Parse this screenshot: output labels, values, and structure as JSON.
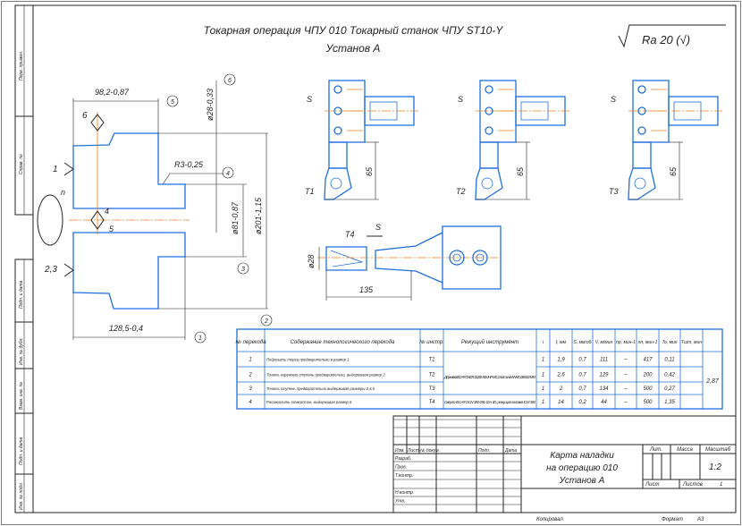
{
  "header": {
    "title": "Токарная операция ЧПУ 010 Токарный станок ЧПУ ST10-Y",
    "subtitle": "Установ А",
    "roughness": "Ra 20 (√)"
  },
  "side_strip": [
    "Перв. примен.",
    "Справ. №",
    "Подп. и дата",
    "Инв. № дубл.",
    "Взам. инв. №",
    "Подп. и дата",
    "Инв. № подл."
  ],
  "part_sketch": {
    "dims": {
      "length_top": "98,2-0,87",
      "dia_hole_top": "ø28-0,33",
      "radius": "R3-0,25",
      "dia_outer": "ø201-1,15",
      "dia_step": "ø81-0,87",
      "length_bottom": "128,5-0,4"
    },
    "surface_markers": [
      "1",
      "2",
      "3",
      "4",
      "5",
      "6"
    ],
    "surface_labels": [
      "6",
      "1",
      "n",
      "4",
      "5",
      "2,3"
    ]
  },
  "tools": {
    "feed_label": "S",
    "t1": "T1",
    "t2": "T2",
    "t3": "T3",
    "t4": "T4",
    "overhang": "65",
    "drill_dia": "ø28",
    "drill_length": "135"
  },
  "ops_table": {
    "headers": [
      "№ перехода",
      "Содержание технологического перехода",
      "№ инстр.",
      "Режущий инструмент",
      "i",
      "t, мм",
      "S, мм/об",
      "V, м/мин",
      "nр, мин-1",
      "nп, мин-1",
      "To, мин",
      "Тшт, мин"
    ],
    "tool_text_1": "Державка ISCAR GHDR 20.20M-08-JHP-MC, пластина WNMG 080412-MM",
    "tool_text_2": "Сверло ISCAR DCN 380-091-32A-3D, режущая головка ICM 380",
    "t_sht": "2,87",
    "rows": [
      {
        "n": "1",
        "content": "Подрезать торец предварительно в размер 1",
        "tool": "T1",
        "i": "1",
        "t": "1,9",
        "s": "0,7",
        "v": "111",
        "np": "–",
        "nf": "417",
        "to": "0,11"
      },
      {
        "n": "2",
        "content": "Точить наружную ступень предварительно, выдерживая размер 2",
        "tool": "T2",
        "i": "1",
        "t": "2,6",
        "s": "0,7",
        "v": "129",
        "np": "–",
        "nf": "200",
        "to": "0,42"
      },
      {
        "n": "3",
        "content": "Точить ступень предварительно выдерживая размеры 3,4,5",
        "tool": "T3",
        "i": "1",
        "t": "2",
        "s": "0,7",
        "v": "134",
        "np": "–",
        "nf": "500",
        "to": "0,27"
      },
      {
        "n": "4",
        "content": "Рассверлить отверстие, выдерживая размер 6",
        "tool": "T4",
        "i": "1",
        "t": "14",
        "s": "0,2",
        "v": "44",
        "np": "–",
        "nf": "500",
        "to": "1,35"
      }
    ]
  },
  "title_block": {
    "cols": [
      "Изм.",
      "Лист",
      "№ докум.",
      "Подп.",
      "Дата"
    ],
    "roles": [
      "Разраб.",
      "Пров.",
      "Т.контр.",
      "",
      "Н.контр.",
      "Утв."
    ],
    "doc_title": [
      "Карта наладки",
      "на операцию 010",
      "Установ А"
    ],
    "lit": "Лит.",
    "mass": "Масса",
    "scale_label": "Масштаб",
    "scale": "1:2",
    "sheet": "Лист",
    "sheets": "Листов",
    "sheets_count": "1",
    "copied": "Копировал",
    "format_label": "Формат",
    "format": "А3"
  },
  "colors": {
    "line": "#1f6fe0",
    "axis": "#e8811e",
    "ink": "#222222"
  }
}
